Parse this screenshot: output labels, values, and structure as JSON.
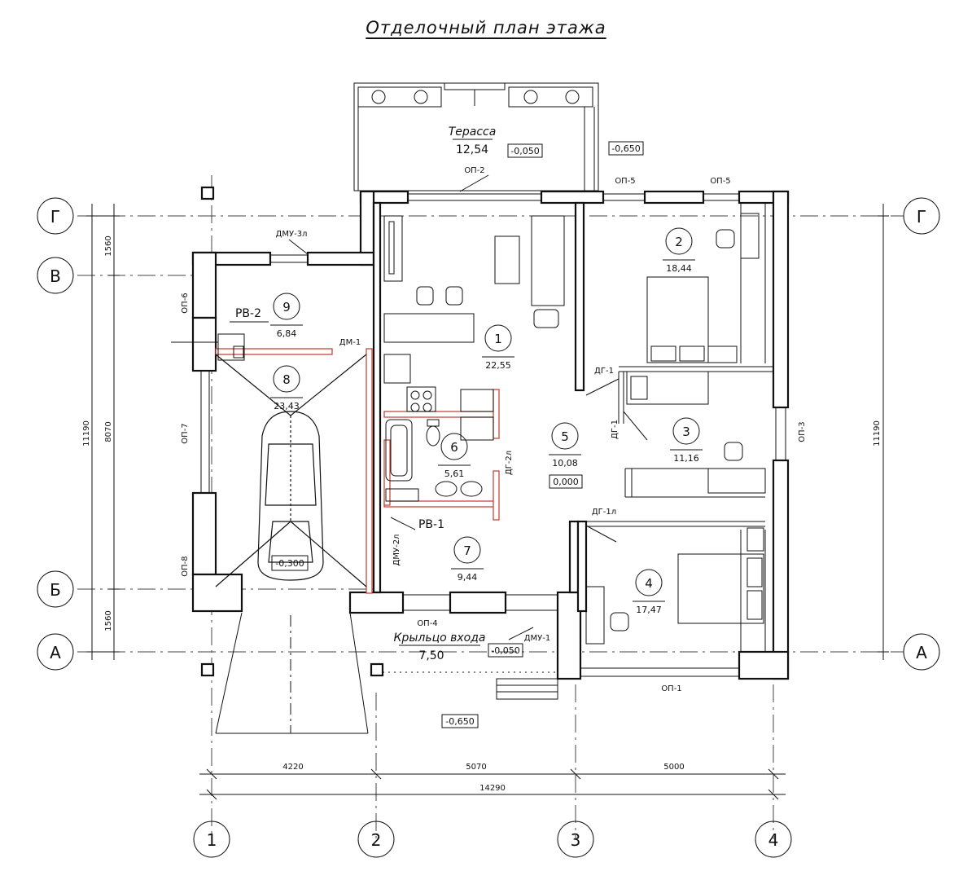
{
  "title": "Отделочный план этажа",
  "axes": {
    "rows": [
      "Г",
      "В",
      "Б",
      "А"
    ],
    "cols": [
      "1",
      "2",
      "3",
      "4"
    ]
  },
  "dimensions": {
    "left": [
      "1560",
      "8070",
      "1560",
      "11190"
    ],
    "right": [
      "11190"
    ],
    "bottom": [
      "4220",
      "5070",
      "5000",
      "14290"
    ]
  },
  "rooms": [
    {
      "num": "1",
      "area": "22,55"
    },
    {
      "num": "2",
      "area": "18,44"
    },
    {
      "num": "3",
      "area": "11,16"
    },
    {
      "num": "4",
      "area": "17,47"
    },
    {
      "num": "5",
      "area": "10,08"
    },
    {
      "num": "6",
      "area": "5,61"
    },
    {
      "num": "7",
      "area": "9,44"
    },
    {
      "num": "8",
      "area": "23,43"
    },
    {
      "num": "9",
      "area": "6,84"
    }
  ],
  "terrace": {
    "name": "Терасса",
    "area": "12,54"
  },
  "porch": {
    "name": "Крыльцо входа",
    "area": "7,50"
  },
  "levels": [
    "-0,050",
    "-0,650",
    "0,000",
    "-0,300",
    "-0,050",
    "-0,650"
  ],
  "openings": [
    "ОП-2",
    "ОП-5",
    "ОП-5",
    "ОП-6",
    "ОП-7",
    "ОП-8",
    "ОП-3",
    "ОП-4",
    "ОП-1"
  ],
  "doors": [
    "ДМУ-3л",
    "ДМ-1",
    "ДГ-1",
    "ДГ-1",
    "ДГ-2л",
    "ДГ-1л",
    "ДМУ-2л",
    "ДМУ-1"
  ],
  "vents": [
    "РВ-2",
    "РВ-1"
  ]
}
